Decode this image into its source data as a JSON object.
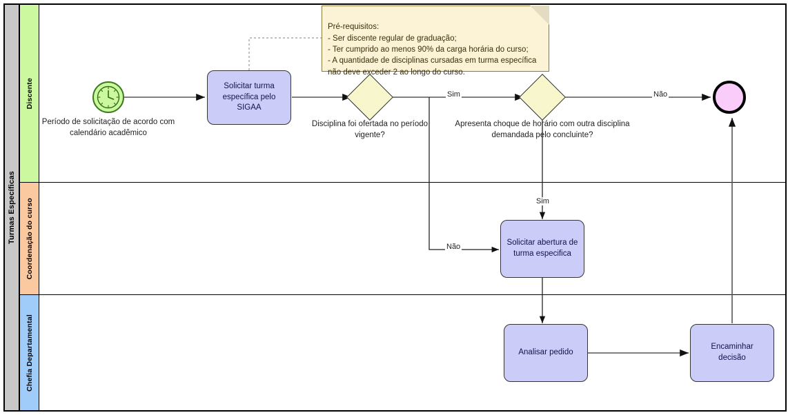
{
  "pool": {
    "title": "Turmas Específicas",
    "lanes": [
      {
        "id": "discente",
        "label": "Discente",
        "color": "#ccf9a0"
      },
      {
        "id": "coordenacao",
        "label": "Coordenação do curso",
        "color": "#fac9a0"
      },
      {
        "id": "chefia",
        "label": "Chefia Departamental",
        "color": "#a0ccf9"
      }
    ]
  },
  "note": {
    "text": "Pré-requisitos:\n- Ser discente regular de graduação;\n- Ter cumprido ao menos 90% da carga horária do curso;\n- A quantidade de disciplinas cursadas em turma específica não deve exceder 2 ao longo do curso."
  },
  "events": {
    "start": {
      "type": "timer-start-event",
      "label": "Período de solicitação de acordo com calendário acadêmico"
    },
    "end": {
      "type": "end-event",
      "label": ""
    }
  },
  "tasks": [
    {
      "id": "solicitar-turma-sigaa",
      "label": "Solicitar turma específica pelo SIGAA",
      "lane": "discente"
    },
    {
      "id": "solicitar-abertura-turma",
      "label": "Solicitar abertura de turma especifica",
      "lane": "coordenacao"
    },
    {
      "id": "analisar-pedido",
      "label": "Analisar pedido",
      "lane": "chefia"
    },
    {
      "id": "encaminhar-decisao",
      "label": "Encaminhar decisão",
      "lane": "chefia"
    }
  ],
  "gateways": [
    {
      "id": "disciplina-ofertada",
      "label": "Disciplina foi ofertada no período vigente?",
      "lane": "discente"
    },
    {
      "id": "choque-horario",
      "label": "Apresenta choque de horário com outra disciplina demandada pelo concluinte?",
      "lane": "discente"
    }
  ],
  "flows": [
    {
      "id": "flow-gw1-sim",
      "label": "Sim",
      "from": "disciplina-ofertada",
      "to": "choque-horario"
    },
    {
      "id": "flow-gw1-nao",
      "label": "Não",
      "from": "disciplina-ofertada",
      "to": "solicitar-abertura-turma"
    },
    {
      "id": "flow-gw2-nao",
      "label": "Não",
      "from": "choque-horario",
      "to": "end"
    },
    {
      "id": "flow-gw2-sim",
      "label": "Sim",
      "from": "choque-horario",
      "to": "solicitar-abertura-turma"
    }
  ],
  "colors": {
    "task_fill": "#ccccf9",
    "gateway_fill": "#f8f6cd",
    "start_fill": "#ccf9a0",
    "end_fill": "#f9ccf9",
    "note_fill": "#fcf2d6",
    "pool_header_fill": "#c8c8c8"
  }
}
